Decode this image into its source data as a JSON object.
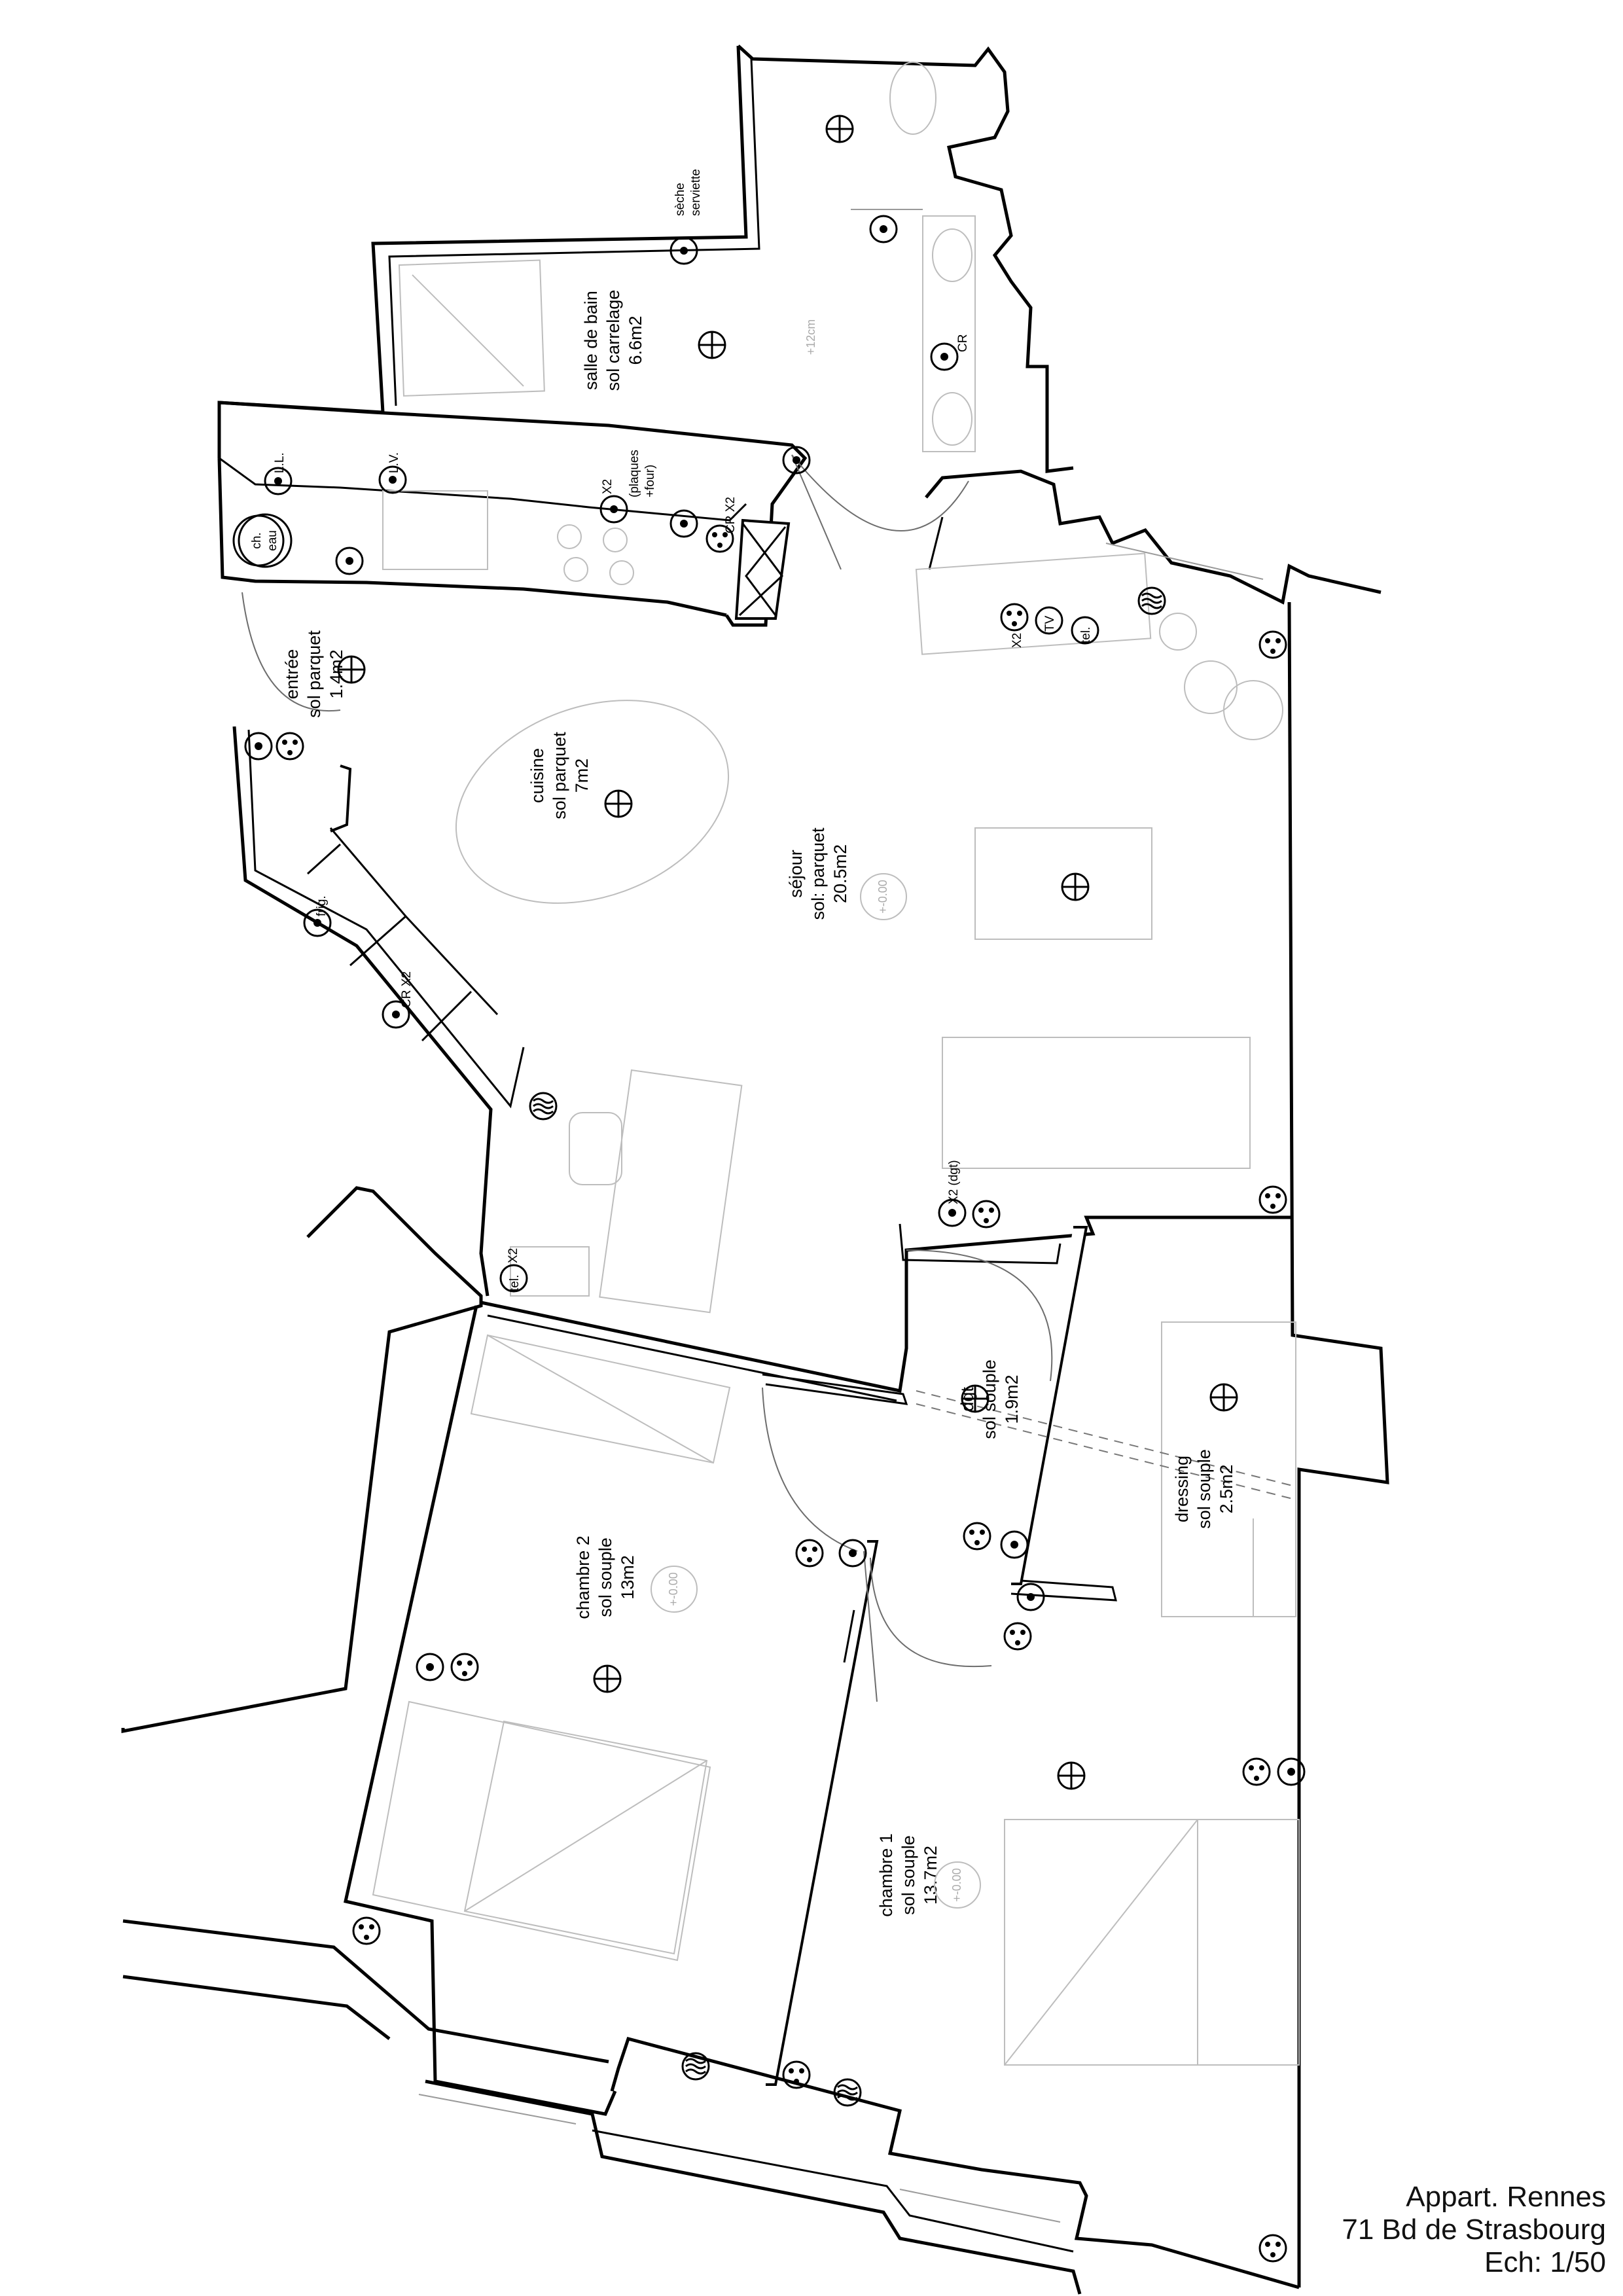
{
  "rooms": {
    "salle_de_bain": [
      "salle de bain",
      "sol carrelage",
      "6.6m2"
    ],
    "entree": [
      "entrée",
      "sol parquet",
      "1.4m2"
    ],
    "cuisine": [
      "cuisine",
      "sol parquet",
      "7m2"
    ],
    "sejour": [
      "séjour",
      "sol: parquet",
      "20.5m2"
    ],
    "dgt": [
      "dgt",
      "sol souple",
      "1.9m2"
    ],
    "dressing": [
      "dressing",
      "sol souple",
      "2.5m2"
    ],
    "chambre_2": [
      "chambre 2",
      "sol souple",
      "13m2"
    ],
    "chambre_1": [
      "chambre 1",
      "sol souple",
      "13.7m2"
    ]
  },
  "levels": {
    "bath": "+12cm",
    "sejour": "+-0.00",
    "chambre_2": "+-0.00",
    "chambre_1": "+-0.00"
  },
  "annotations": {
    "seche_1": "sèche",
    "seche_2": "serviette",
    "ll": "L.L.",
    "lv": "L.V.",
    "ch_1": "ch.",
    "ch_2": "eau",
    "plaques_1": "(plaques",
    "plaques_2": "+four)",
    "x2": "X2",
    "cr_x2": "CR X2",
    "cr": "CR",
    "tv": "TV",
    "tel": "tel.",
    "frig": "frig.",
    "x2_dgt": "X2 (dgt)"
  },
  "title_block": {
    "line1": "Appart. Rennes",
    "line2": "71 Bd de Strasbourg",
    "line3": "Ech: 1/50"
  }
}
